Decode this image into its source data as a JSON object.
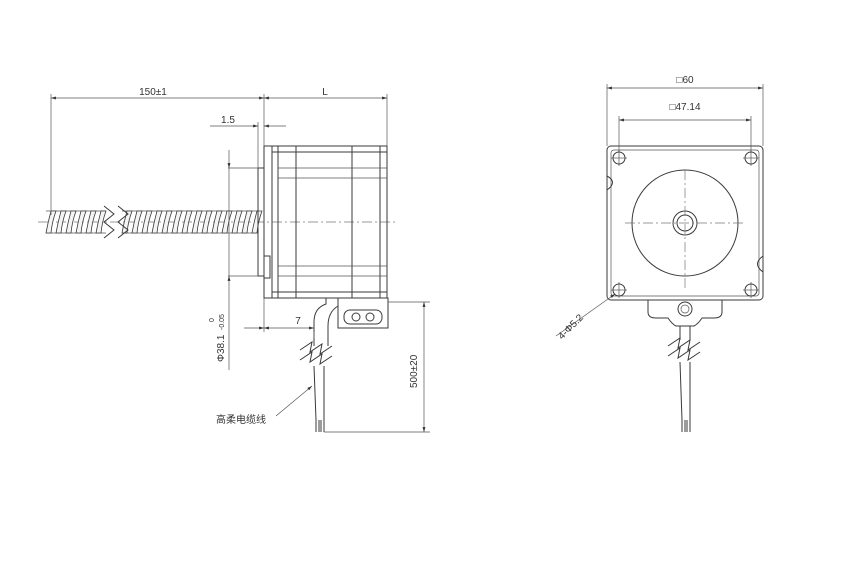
{
  "dimensions": {
    "shaft_length": "150±1",
    "flange_thickness": "1.5",
    "body_length": "L",
    "boss_diameter_main": "Φ38.1",
    "boss_tol_upper": "0",
    "boss_tol_lower": "-0.05",
    "cable_offset": "7",
    "cable_length": "500±20",
    "frame_size": "□60",
    "bolt_pitch": "□47.14",
    "mount_holes": "4-Φ5.2"
  },
  "labels": {
    "cable": "高柔电缆线"
  }
}
